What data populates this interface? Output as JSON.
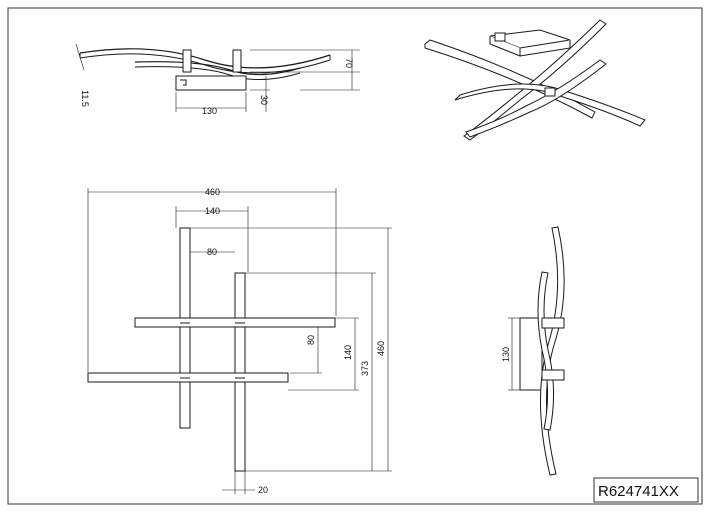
{
  "drawing": {
    "product_code": "R624741XX",
    "side_view": {
      "dim_thickness": "11.5",
      "dim_height": "70",
      "dim_base_height": "30",
      "dim_base_width": "130"
    },
    "top_view": {
      "dim_overall_width": "460",
      "dim_bar_spacing_140_h": "140",
      "dim_offset_80_h": "80",
      "dim_offset_80_v": "80",
      "dim_spacing_140_v": "140",
      "dim_373": "373",
      "dim_overall_height": "460",
      "dim_bar_width": "20"
    },
    "front_view": {
      "dim_base_height": "130"
    }
  },
  "colors": {
    "line": "#1a1a1a",
    "frame": "#333333"
  }
}
